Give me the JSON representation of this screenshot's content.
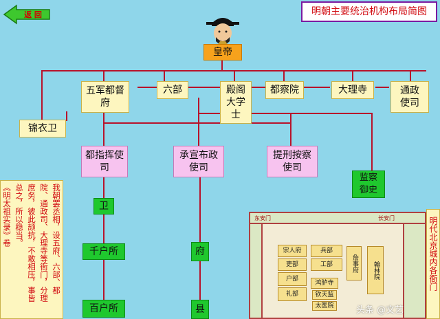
{
  "back_button": {
    "label": "返 回"
  },
  "title": "明朝主要统治机构布局简图",
  "top": {
    "emperor": "皇帝"
  },
  "central": {
    "wujun": "五军都督府",
    "libu": "六部",
    "dian": "殿阁大学士",
    "ducha": "都察院",
    "dali": "大理寺",
    "tongzheng": "通政使司",
    "jinyi": "锦衣卫"
  },
  "provincial": {
    "duzhi": "都指挥使司",
    "chengxuan": "承宣布政使司",
    "tixing": "提刑按察使司",
    "jiancha": "监察御史"
  },
  "local": {
    "wei": "卫",
    "qianhu": "千户所",
    "baihu": "百户所",
    "fu": "府",
    "xian": "县"
  },
  "quote": {
    "col1": "我朝罢丞相，设五府、六部、都",
    "col2": "院、通政司、大理寺等衙门，分理",
    "col3": "庶务，彼此颉抗，不敢相压，事皆",
    "col4": "总之，所以稳当。",
    "col5": "《明太祖实录》卷"
  },
  "map": {
    "gates": [
      "东安门",
      "长安门"
    ],
    "cells": [
      "宗人府",
      "吏部",
      "户部",
      "礼部",
      "兵部",
      "工部",
      "鸿胪寺",
      "钦天监",
      "太医院",
      "翰林院",
      "詹事府"
    ],
    "vertical_label": "明代北京城内各衙门"
  },
  "watermark": "头条 @文艺"
}
